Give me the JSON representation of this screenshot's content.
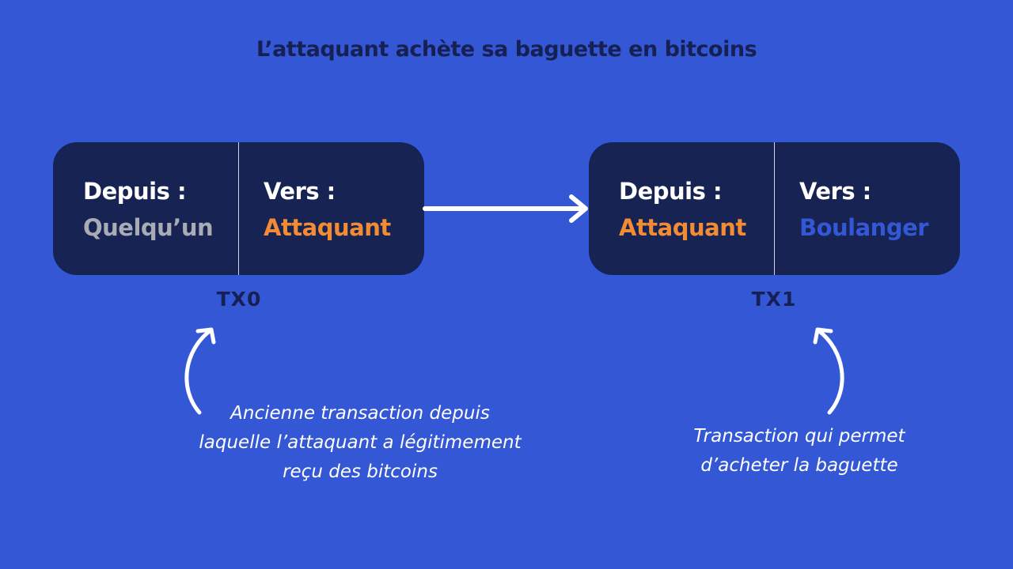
{
  "title": "L’attaquant achète sa baguette en bitcoins",
  "colors": {
    "background": "#3457d5",
    "box": "#172353",
    "dark_text": "#162052",
    "grey_value": "#a9abb5",
    "orange_value": "#f28c34",
    "blue_value": "#3457d5",
    "white": "#ffffff"
  },
  "transactions": [
    {
      "id": "TX0",
      "from_label": "Depuis :",
      "from_value": "Quelqu’un",
      "to_label": "Vers :",
      "to_value": "Attaquant",
      "caption_lines": [
        "Ancienne transaction depuis",
        "laquelle l’attaquant a légitimement",
        "reçu des bitcoins"
      ]
    },
    {
      "id": "TX1",
      "from_label": "Depuis :",
      "from_value": "Attaquant",
      "to_label": "Vers :",
      "to_value": "Boulanger",
      "caption_lines": [
        "Transaction qui permet",
        "d’acheter la baguette"
      ]
    }
  ],
  "icons": {
    "link_arrow": "arrow-right-icon",
    "pointer_arrow": "curved-arrow-up-icon"
  }
}
